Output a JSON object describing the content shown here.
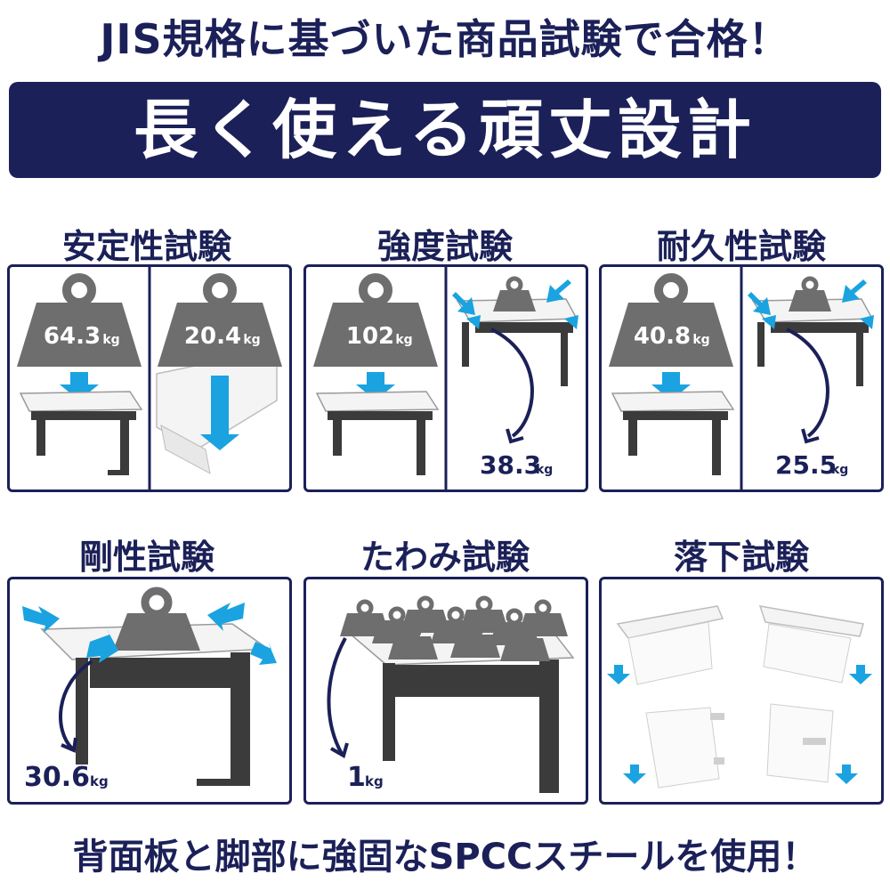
{
  "header": {
    "title": "JIS規格に基づいた商品試験で合格！",
    "banner": "長く使える頑丈設計"
  },
  "tests": [
    {
      "title": "安定性試験",
      "weights": [
        "64.3",
        "20.4"
      ],
      "unit": "kg"
    },
    {
      "title": "強度試験",
      "weights": [
        "102",
        "38.3"
      ],
      "unit": "kg"
    },
    {
      "title": "耐久性試験",
      "weights": [
        "40.8",
        "25.5"
      ],
      "unit": "kg"
    },
    {
      "title": "剛性試験",
      "weights": [
        "30.6"
      ],
      "unit": "kg"
    },
    {
      "title": "たわみ試験",
      "weights": [
        "1"
      ],
      "unit": "kg"
    },
    {
      "title": "落下試験"
    }
  ],
  "footer": "背面板と脚部に強固なSPCCスチールを使用！",
  "colors": {
    "navy": "#1b2058",
    "arrow": "#1aa3e0",
    "weight": "#6e6e6e",
    "desk_leg": "#3b3b3b"
  }
}
